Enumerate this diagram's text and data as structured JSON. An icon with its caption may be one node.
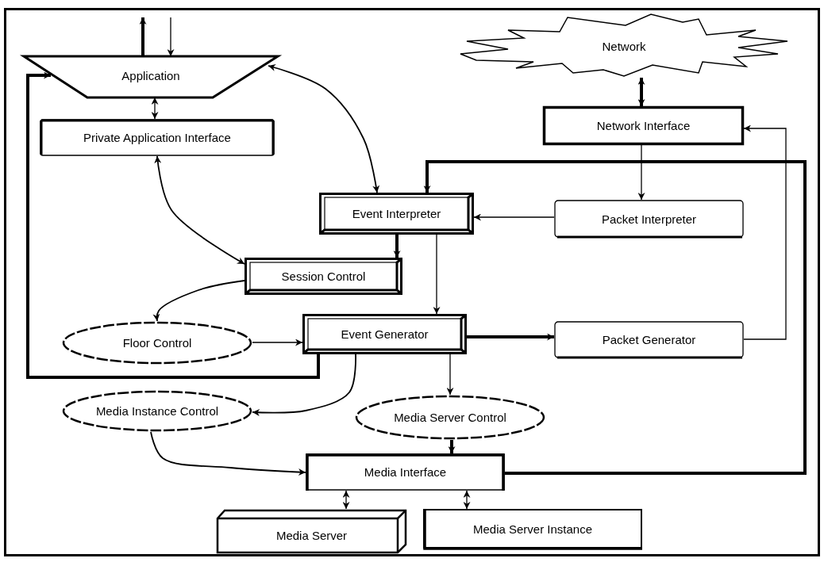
{
  "diagram": {
    "nodes": [
      {
        "text": [
          "Application"
        ]
      },
      {
        "text": [
          "Private Application Interface"
        ]
      },
      {
        "text": [
          "Network"
        ]
      },
      {
        "text": [
          "Network Interface"
        ]
      },
      {
        "text": [
          "Event Interpreter"
        ]
      },
      {
        "text": [
          "Packet Interpreter"
        ]
      },
      {
        "text": [
          "Session Control"
        ]
      },
      {
        "text": [
          "Floor Control"
        ]
      },
      {
        "text": [
          "Event Generator"
        ]
      },
      {
        "text": [
          "Packet Generator"
        ]
      },
      {
        "text": [
          "Media Instance Control"
        ]
      },
      {
        "text": [
          "Media Server Control"
        ]
      },
      {
        "text": [
          "Media Interface"
        ]
      },
      {
        "text": [
          "Media Server"
        ]
      },
      {
        "text": [
          "Media Server Instance"
        ]
      }
    ],
    "edges": [
      {
        "from": 0,
        "to": null,
        "arrow": "to",
        "style": "thick"
      },
      {
        "from": null,
        "to": 0,
        "arrow": "to"
      },
      {
        "from": 0,
        "to": 1,
        "arrow": "both"
      },
      {
        "from": 0,
        "to": 4,
        "arrow": "both"
      },
      {
        "from": 1,
        "to": 6,
        "arrow": "both"
      },
      {
        "from": 4,
        "to": 6,
        "arrow": "to",
        "style": "thick"
      },
      {
        "from": 5,
        "to": 4,
        "arrow": "to"
      },
      {
        "from": 2,
        "to": 3,
        "arrow": "both",
        "style": "thick"
      },
      {
        "from": 3,
        "to": 5,
        "arrow": "to"
      },
      {
        "from": 12,
        "to": 4,
        "arrow": "to",
        "style": "thick"
      },
      {
        "from": 9,
        "to": 3,
        "arrow": "to"
      },
      {
        "from": 4,
        "to": 8,
        "arrow": "to"
      },
      {
        "from": 6,
        "to": 7,
        "arrow": "to"
      },
      {
        "from": 7,
        "to": 8,
        "arrow": "to"
      },
      {
        "from": 8,
        "to": 0,
        "arrow": "to",
        "style": "thick"
      },
      {
        "from": 8,
        "to": 9,
        "arrow": "to",
        "style": "thick"
      },
      {
        "from": 8,
        "to": 10,
        "arrow": "to"
      },
      {
        "from": 8,
        "to": 11,
        "arrow": "to"
      },
      {
        "from": 11,
        "to": 12,
        "arrow": "to",
        "style": "thick"
      },
      {
        "from": 10,
        "to": 12,
        "arrow": "to"
      },
      {
        "from": 12,
        "to": 13,
        "arrow": "both"
      },
      {
        "from": 12,
        "to": 14,
        "arrow": "both"
      }
    ]
  }
}
